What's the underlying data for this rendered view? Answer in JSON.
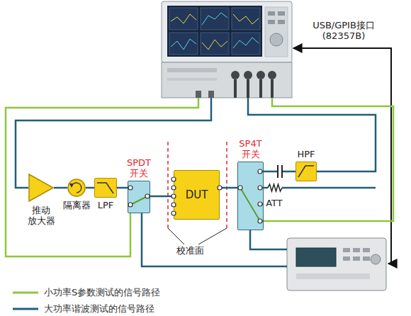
{
  "diagram": {
    "nodes": [
      {
        "text": [
          "推动 放大器"
        ]
      },
      {
        "text": [
          "隔离器"
        ]
      },
      {
        "text": [
          "LPF"
        ]
      },
      {
        "text": [
          "SPDT 开关"
        ]
      },
      {
        "text": [
          "DUT"
        ]
      },
      {
        "text": [
          "SP4T 开关"
        ]
      },
      {
        "text": [
          "HPF"
        ]
      }
    ],
    "edges": [
      {
        "from": 0,
        "to": 1,
        "arrow": "none"
      },
      {
        "from": 1,
        "to": 2,
        "arrow": "none"
      },
      {
        "from": 2,
        "to": 3,
        "arrow": "none"
      },
      {
        "from": 3,
        "to": 4,
        "arrow": "none"
      },
      {
        "from": 4,
        "to": 5,
        "arrow": "none"
      },
      {
        "from": 5,
        "to": 6,
        "arrow": "none"
      }
    ],
    "labels": [
      "USB/GPIB接口 (82357B)",
      "ATT",
      "校准面"
    ],
    "legend": [
      {
        "text": "小功率S参数测试的信号路径"
      },
      {
        "text": "大功率谐波测试的信号路径"
      }
    ]
  }
}
